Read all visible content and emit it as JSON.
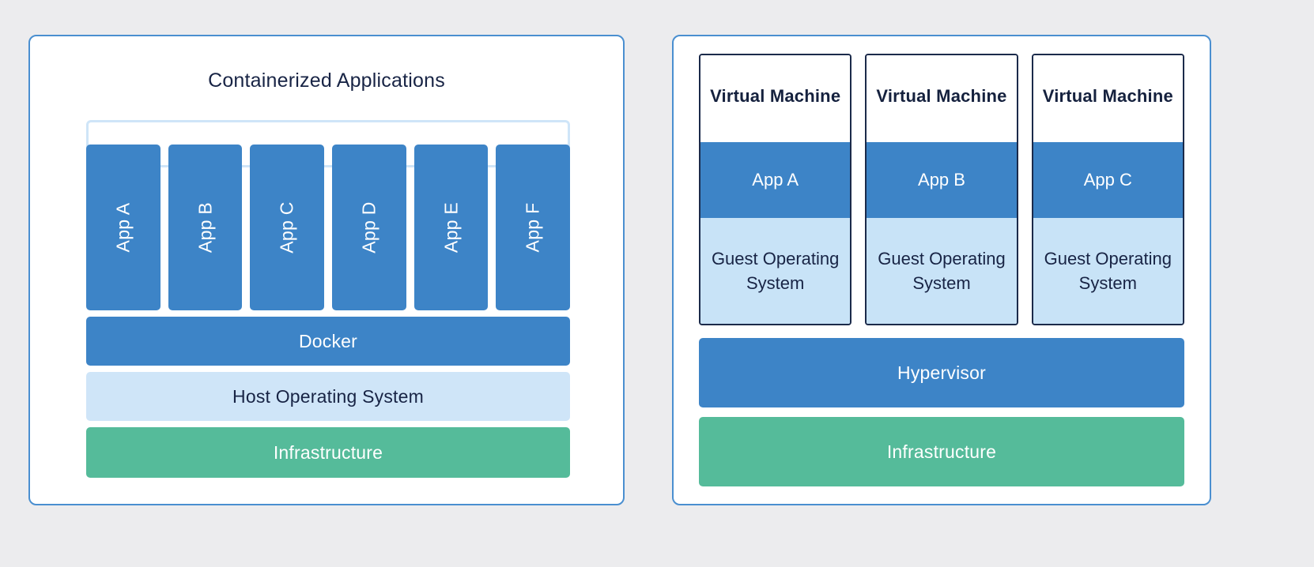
{
  "background_color": "#ececee",
  "colors": {
    "panel_border": "#4a8fd0",
    "blue": "#3d84c7",
    "light_blue": "#cfe5f8",
    "green": "#55bb9a",
    "vm_border": "#1b2a4a",
    "text_dark": "#182445"
  },
  "left_panel": {
    "title": "Containerized Applications",
    "apps": [
      {
        "label": "App A"
      },
      {
        "label": "App B"
      },
      {
        "label": "App C"
      },
      {
        "label": "App D"
      },
      {
        "label": "App E"
      },
      {
        "label": "App F"
      }
    ],
    "layers": {
      "docker": "Docker",
      "host_os": "Host Operating System",
      "infrastructure": "Infrastructure"
    }
  },
  "right_panel": {
    "vms": [
      {
        "title": "Virtual Machine",
        "app": "App A",
        "guest_os": "Guest Operating System"
      },
      {
        "title": "Virtual Machine",
        "app": "App B",
        "guest_os": "Guest Operating System"
      },
      {
        "title": "Virtual Machine",
        "app": "App C",
        "guest_os": "Guest Operating System"
      }
    ],
    "layers": {
      "hypervisor": "Hypervisor",
      "infrastructure": "Infrastructure"
    }
  }
}
